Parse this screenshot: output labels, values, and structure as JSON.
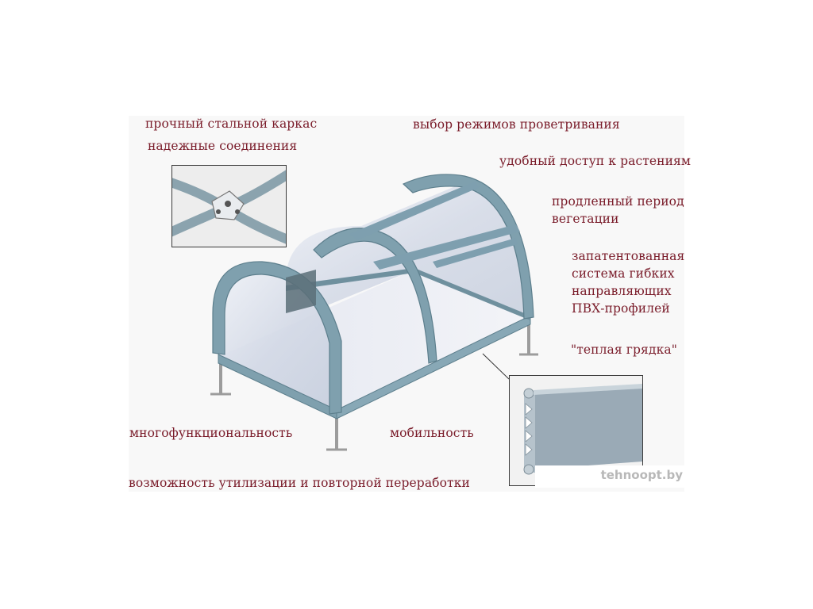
{
  "captions": {
    "strong_frame": "прочный стальной каркас",
    "reliable_joints": "надежные соединения",
    "ventilation_modes": "выбор режимов проветривания",
    "plant_access": "удобный доступ к растениям",
    "extended_period": "продленный период\nвегетации",
    "patented_system": "запатентованная\nсистема гибких\nнаправляющих\nПВХ-профилей",
    "warm_bed": "\"теплая грядка\"",
    "multifunctionality": "многофункциональность",
    "mobility": "мобильность",
    "recycling": "возможность утилизации и повторной переработки"
  },
  "watermark": "tehnoopt.by",
  "colors": {
    "caption": "#7a1c2a",
    "frame": "#7fa0ae",
    "frame_dark": "#5d7f8d",
    "cover": "#d7dde8",
    "profile": "#9aaab6"
  }
}
